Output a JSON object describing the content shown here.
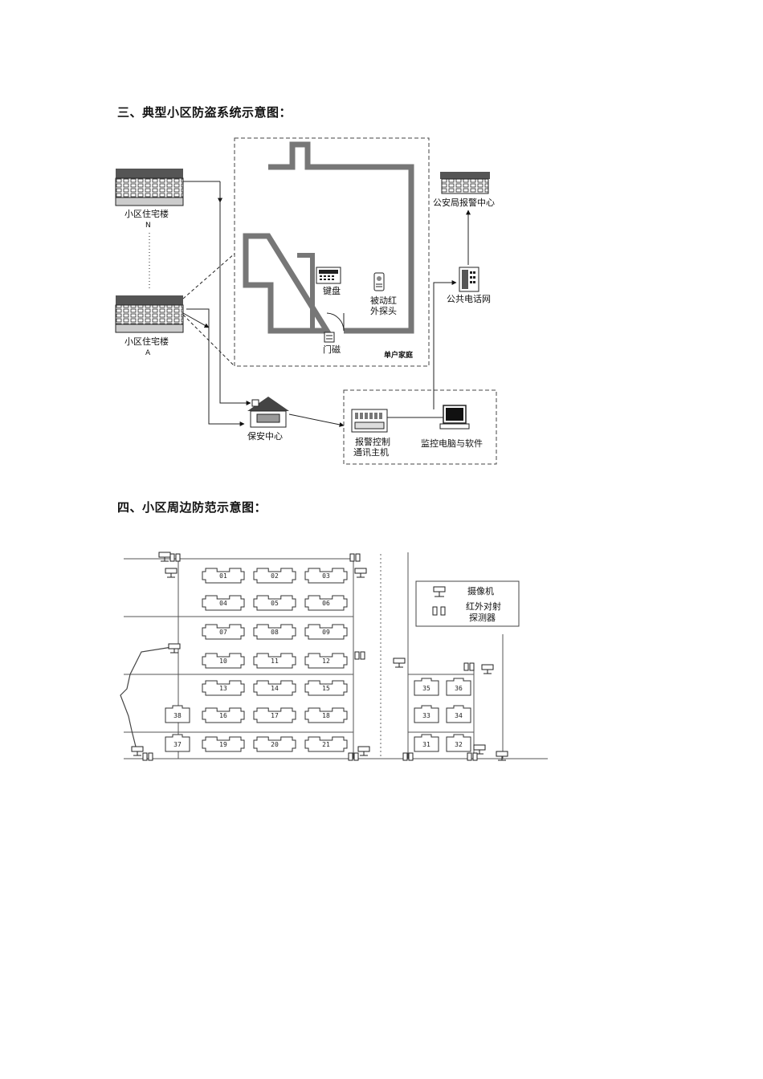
{
  "section3": {
    "title": "三、典型小区防盗系统示意图：",
    "buildings": [
      {
        "label": "小区住宅楼",
        "sub": "N"
      },
      {
        "label": "小区住宅楼",
        "sub": "A"
      }
    ],
    "household": {
      "label": "单户家庭",
      "keypad": "键盘",
      "pir_line1": "被动红",
      "pir_line2": "外探头",
      "door": "门磁"
    },
    "police": "公安局报警中心",
    "phone_net": "公共电话网",
    "security": "保安中心",
    "host_line1": "报警控制",
    "host_line2": "通讯主机",
    "monitor": "监控电脑与软件"
  },
  "section4": {
    "title": "四、小区周边防范示意图：",
    "legend": {
      "camera": "摄像机",
      "ir_line1": "红外对射",
      "ir_line2": "探测器"
    },
    "units": [
      "01",
      "02",
      "03",
      "04",
      "05",
      "06",
      "07",
      "08",
      "09",
      "10",
      "11",
      "12",
      "13",
      "14",
      "15",
      "16",
      "17",
      "18",
      "19",
      "20",
      "21",
      "31",
      "32",
      "33",
      "34",
      "35",
      "36",
      "37",
      "38"
    ]
  }
}
